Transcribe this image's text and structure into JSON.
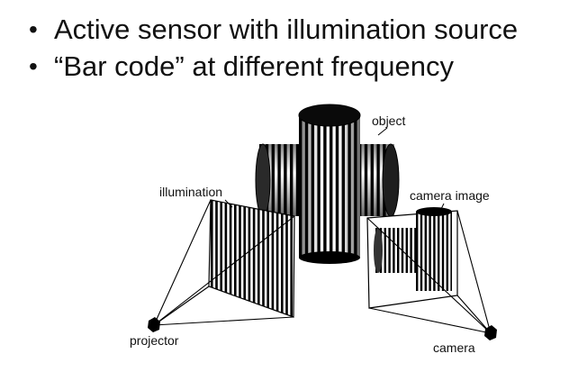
{
  "bullets": [
    "Active sensor with illumination source",
    "“Bar code” at different frequency"
  ],
  "bullet_glyph": "•",
  "diagram": {
    "labels": {
      "object": "object",
      "illumination": "illumination",
      "camera_image": "camera image",
      "projector": "projector",
      "camera": "camera"
    }
  }
}
